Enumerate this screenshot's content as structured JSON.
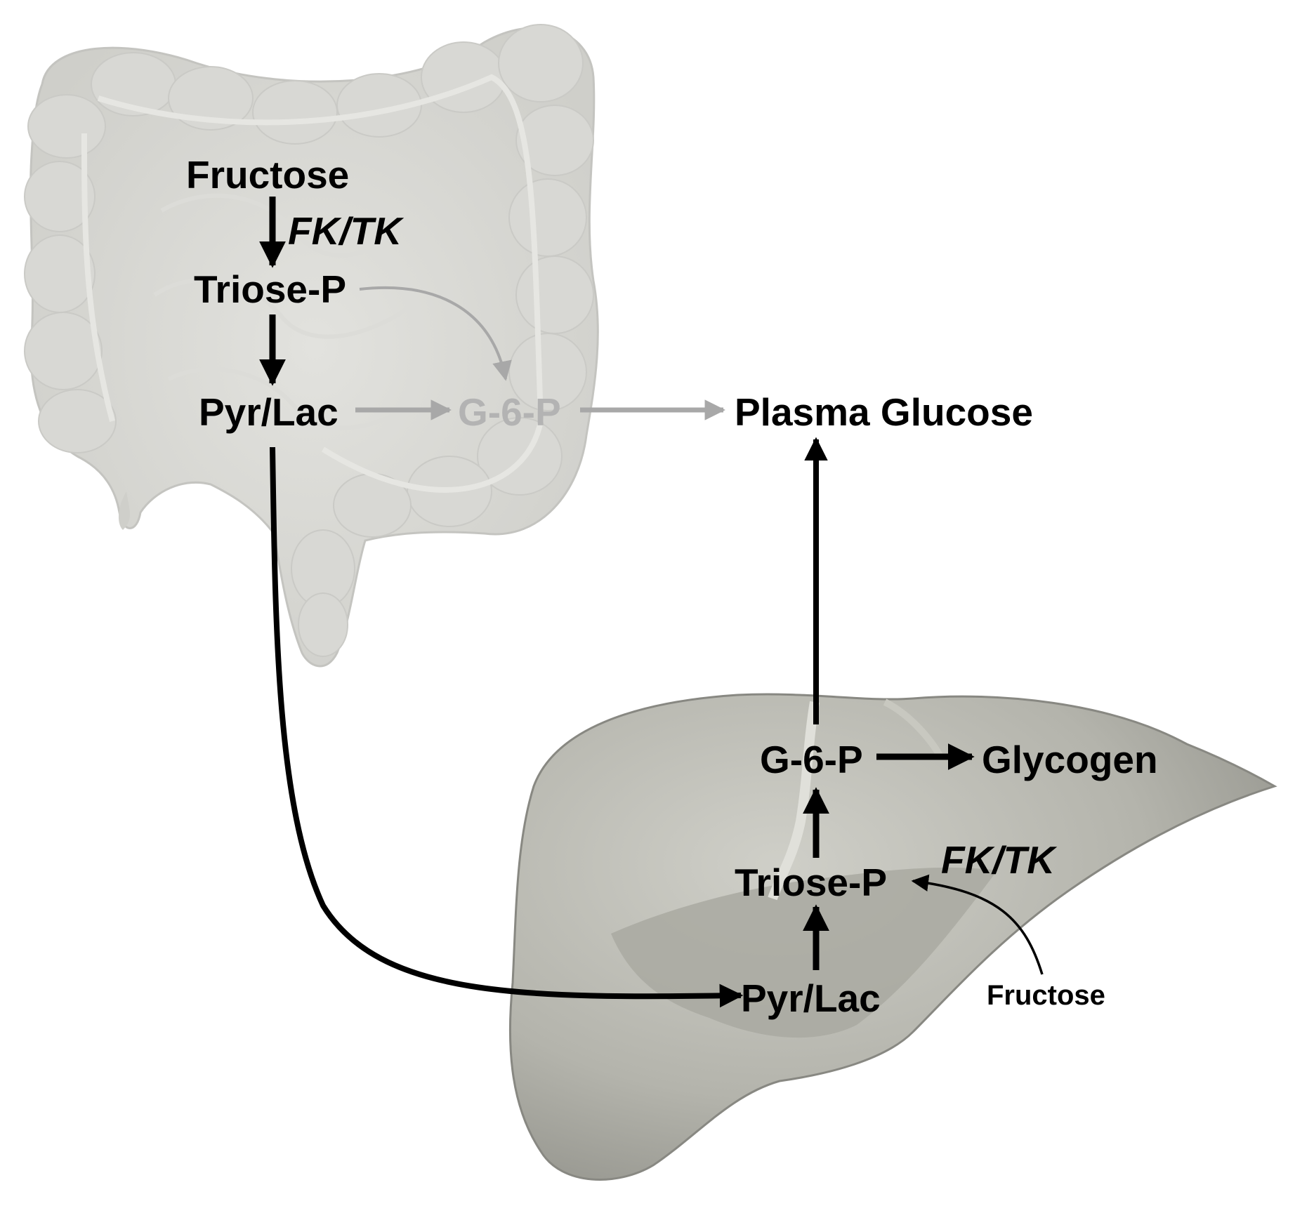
{
  "colors": {
    "organ_fill": "#d2d2ce",
    "liver_fill": "#b9b9b1",
    "black_arrow": "#000000",
    "grey_arrow": "#a8a8a8",
    "grey_text": "#b3b3b3"
  },
  "intestine": {
    "icon": "intestine-illustration",
    "fructose": "Fructose",
    "enzyme": "FK/TK",
    "triose_p": "Triose-P",
    "pyr_lac": "Pyr/Lac",
    "g6p": "G-6-P"
  },
  "plasma_glucose": "Plasma Glucose",
  "liver": {
    "icon": "liver-illustration",
    "g6p": "G-6-P",
    "glycogen": "Glycogen",
    "enzyme": "FK/TK",
    "triose_p": "Triose-P",
    "pyr_lac": "Pyr/Lac",
    "fructose": "Fructose"
  }
}
